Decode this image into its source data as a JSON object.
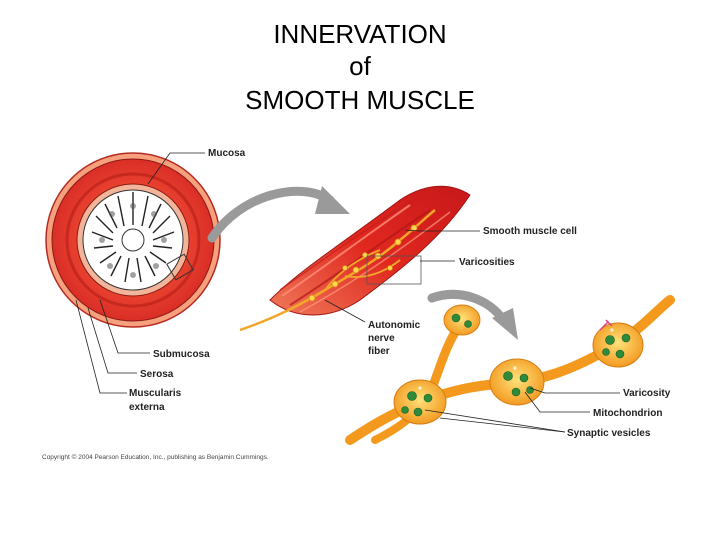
{
  "title": {
    "line1": "INNERVATION",
    "line2": "of",
    "line3": "SMOOTH MUSCLE"
  },
  "labels": {
    "mucosa": "Mucosa",
    "submucosa": "Submucosa",
    "serosa": "Serosa",
    "muscularis_1": "Muscularis",
    "muscularis_2": "externa",
    "smooth_muscle_cell": "Smooth muscle cell",
    "varicosities": "Varicosities",
    "autonomic_1": "Autonomic",
    "autonomic_2": "nerve",
    "autonomic_3": "fiber",
    "varicosity": "Varicosity",
    "mitochondrion": "Mitochondrion",
    "synaptic_vesicles": "Synaptic vesicles"
  },
  "copyright": "Copyright © 2004 Pearson Education, Inc., publishing as Benjamin Cummings.",
  "colors": {
    "muscle_red": "#e2392b",
    "muscle_light": "#f58a6a",
    "nerve_orange": "#f39a1e",
    "nerve_yellow": "#ffd24a",
    "mitochondria_green": "#2e8b3a",
    "arrow_gray": "#8a8a8a"
  }
}
